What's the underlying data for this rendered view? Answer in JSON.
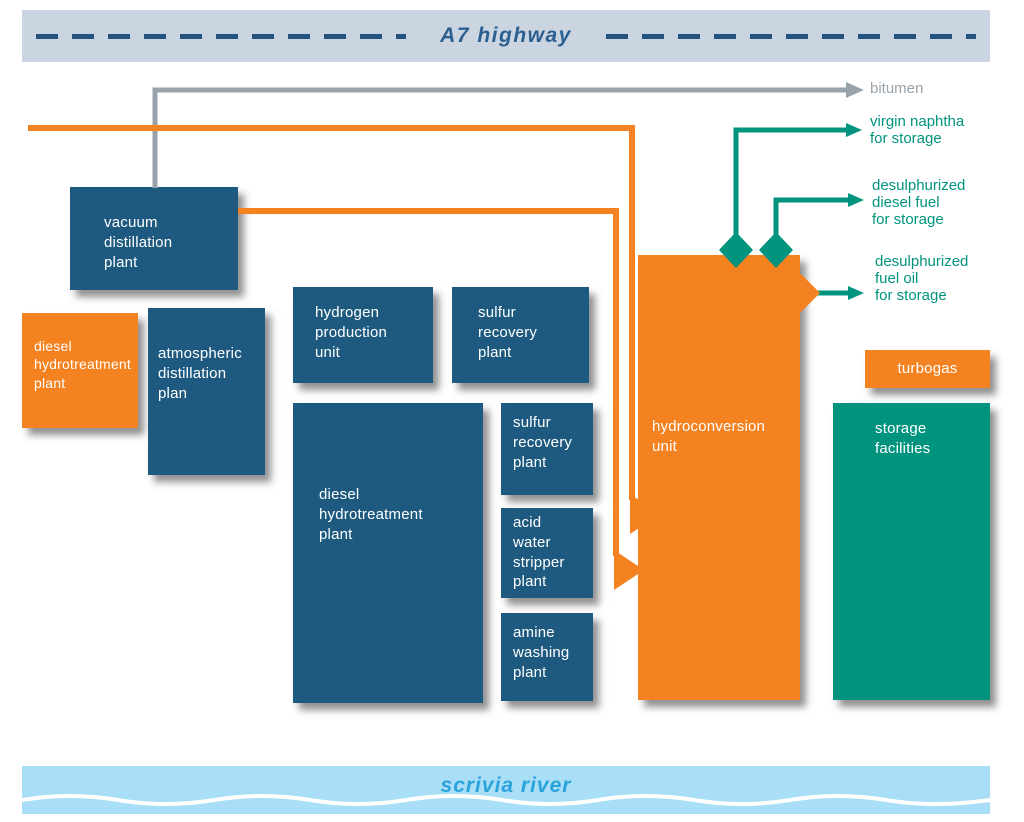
{
  "banners": {
    "highway": "A7 highway",
    "river": "scrivia river"
  },
  "plants": {
    "vacuum": {
      "label": "vacuum\ndistillation\nplant"
    },
    "diesel_hydro_west": {
      "label": "diesel\nhydrotreatment\nplant"
    },
    "atmospheric": {
      "label": "atmospheric\ndistillation\nplan"
    },
    "hydrogen": {
      "label": "hydrogen\nproduction\nunit"
    },
    "sulfur_north": {
      "label": "sulfur\nrecovery\nplant"
    },
    "diesel_hydro_main": {
      "label": "diesel\nhydrotreatment\nplant"
    },
    "sulfur_east": {
      "label": "sulfur\nrecovery\nplant"
    },
    "acid_water": {
      "label": "acid\nwater\nstripper\nplant"
    },
    "amine": {
      "label": "amine\nwashing\nplant"
    },
    "hydroconversion": {
      "label": "hydroconversion\nunit"
    },
    "turbogas": {
      "label": "turbogas"
    },
    "storage": {
      "label": "storage\nfacilities"
    }
  },
  "outputs": {
    "bitumen": {
      "label": "bitumen"
    },
    "virgin_naphtha": {
      "label": "virgin naphtha\nfor storage"
    },
    "desulphurized_diesel": {
      "label": "desulphurized\ndiesel fuel\nfor storage"
    },
    "desulphurized_fuel_oil": {
      "label": "desulphurized\nfuel oil\nfor storage"
    }
  },
  "colors": {
    "box_blue": "#1e5a80",
    "box_orange": "#f58220",
    "box_teal": "#00947e",
    "pipe_gray": "#98a2ab",
    "highway_band": "#cbd4e1",
    "river_band": "#a9def7"
  }
}
